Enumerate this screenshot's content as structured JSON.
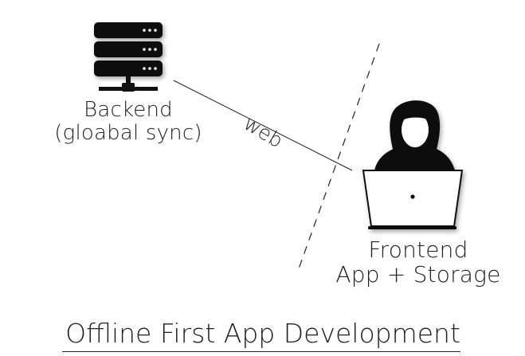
{
  "backend": {
    "label_line1": "Backend",
    "label_line2": "(gloabal sync)",
    "icon": "server-network-icon"
  },
  "frontend": {
    "label_line1": "Frontend",
    "label_line2": "App + Storage",
    "icon": "person-laptop-icon"
  },
  "connection": {
    "label": "web"
  },
  "title": "Offline First App Development",
  "colors": {
    "ink": "#1f1f1f",
    "background": "#ffffff"
  }
}
